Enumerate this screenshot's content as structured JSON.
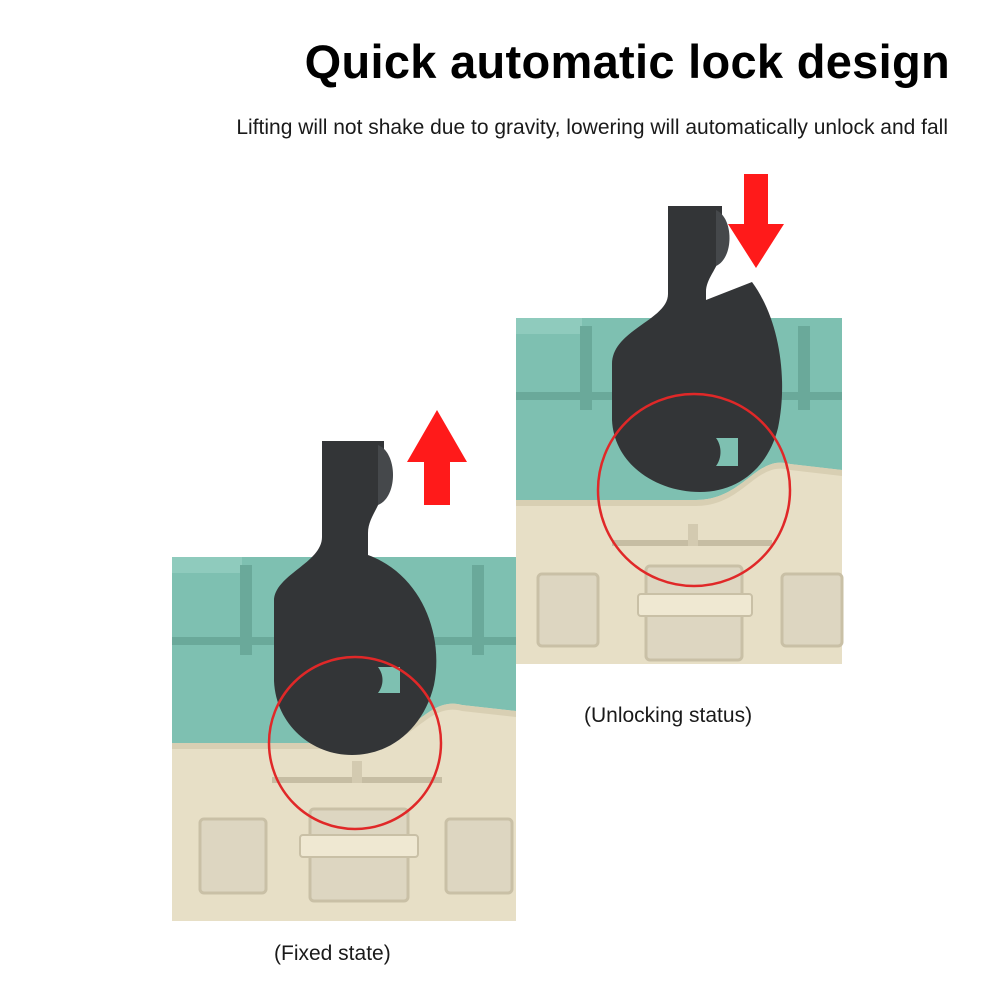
{
  "heading": {
    "title": "Quick automatic lock design",
    "subtitle": "Lifting will not shake due to gravity, lowering will automatically unlock and fall"
  },
  "panels": [
    {
      "id": "fixed",
      "caption": "(Fixed state)",
      "arrow_direction": "up"
    },
    {
      "id": "unlocking",
      "caption": "(Unlocking status)",
      "arrow_direction": "down"
    }
  ],
  "colors": {
    "teal": "#7ec0b1",
    "teal_shadow": "#6aa99a",
    "beige": "#e7dfc6",
    "beige_shadow": "#d8cfb3",
    "latch": "#333537",
    "arrow": "#ff1a1a",
    "highlight_ring": "#e02828"
  }
}
